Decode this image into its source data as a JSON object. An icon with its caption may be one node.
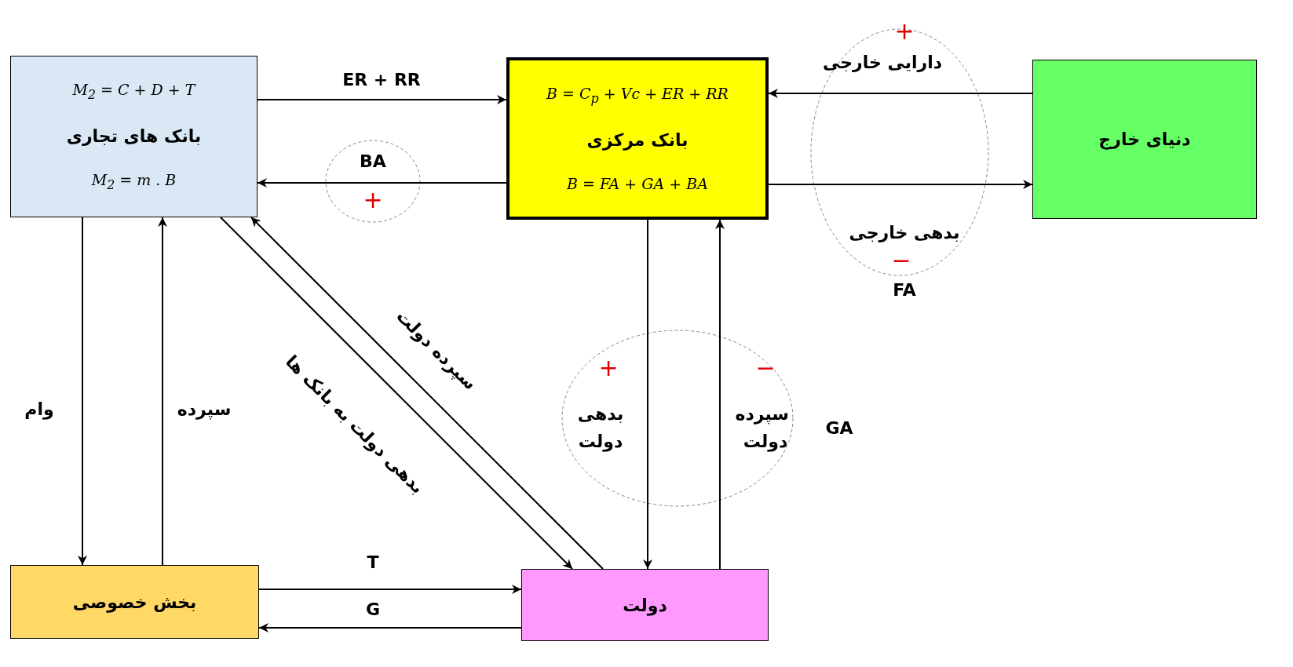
{
  "diagram": {
    "nodes": [
      {
        "text": [
          "M$_{2}$ = C + D + T",
          "بانک های تجاری",
          "M$_{2}$ = m . B"
        ]
      },
      {
        "text": [
          "B = C$_{p}$ + Vc + ER + RR",
          "بانک مرکزی",
          "B = *FA* + *GA* + *BA*"
        ]
      },
      {
        "text": [
          "دنیای خارج"
        ]
      },
      {
        "text": [
          "بخش خصوصی"
        ]
      },
      {
        "text": [
          "دولت"
        ]
      }
    ],
    "edges": [
      {
        "from": 0,
        "to": 1,
        "arrow": "to",
        "label": "ER + RR"
      },
      {
        "from": 1,
        "to": 0,
        "arrow": "to",
        "label": "BA"
      },
      {
        "from": 2,
        "to": 1,
        "arrow": "to",
        "label": "دارایی خارجی"
      },
      {
        "from": 1,
        "to": 2,
        "arrow": "to",
        "label": "بدهی خارجی"
      },
      {
        "from": 0,
        "to": 3,
        "arrow": "to",
        "label": "وام"
      },
      {
        "from": 3,
        "to": 0,
        "arrow": "to",
        "label": "سپرده"
      },
      {
        "from": 0,
        "to": 4,
        "arrow": "to",
        "label": "بدهی دولت به بانک ها"
      },
      {
        "from": 4,
        "to": 0,
        "arrow": "to",
        "label": "سپرده دولت"
      },
      {
        "from": 1,
        "to": 4,
        "arrow": "to",
        "label": "بدهی دولت"
      },
      {
        "from": 4,
        "to": 1,
        "arrow": "to",
        "label": "سپرده دولت"
      },
      {
        "from": 3,
        "to": 4,
        "arrow": "to",
        "label": "T"
      },
      {
        "from": 4,
        "to": 3,
        "arrow": "to",
        "label": "G"
      }
    ],
    "labels": [
      "+",
      "+",
      "−",
      "FA",
      "+",
      "−",
      "GA"
    ]
  }
}
